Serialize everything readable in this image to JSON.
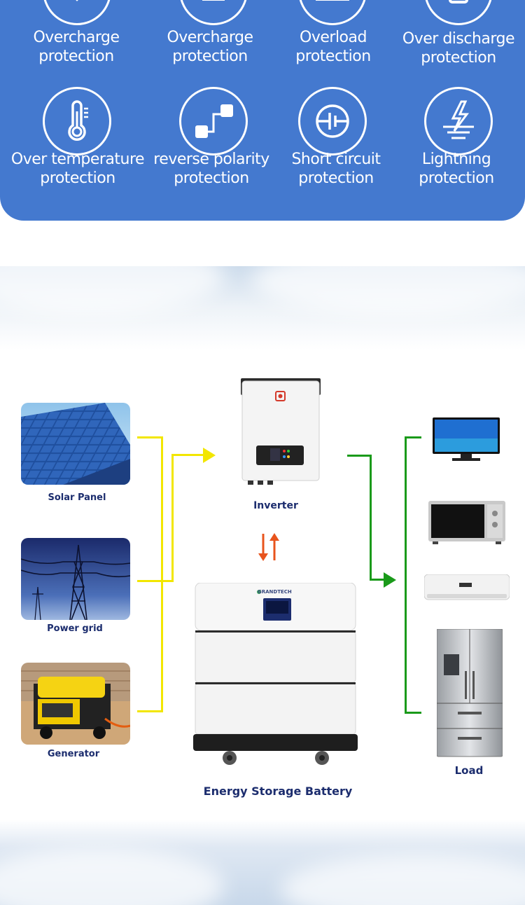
{
  "protections": [
    {
      "label_line1": "Overcharge",
      "label_line2": "protection",
      "icon": "shield-icon"
    },
    {
      "label_line1": "Overcharge",
      "label_line2": "protection",
      "icon": "battery-check-icon"
    },
    {
      "label_line1": "Overload",
      "label_line2": "protection",
      "icon": "battery-icon"
    },
    {
      "label_line1": "Over discharge",
      "label_line2": "protection",
      "icon": "battery-low-icon"
    },
    {
      "label_line1": "Over temperature",
      "label_line2": "protection",
      "icon": "thermometer-icon"
    },
    {
      "label_line1": "reverse polarity",
      "label_line2": "protection",
      "icon": "connector-icon"
    },
    {
      "label_line1": "Short circuit",
      "label_line2": "protection",
      "icon": "short-circuit-icon"
    },
    {
      "label_line1": "Lightning",
      "label_line2": "protection",
      "icon": "lightning-icon"
    }
  ],
  "diagram": {
    "sources": [
      "Solar Panel",
      "Power grid",
      "Generator"
    ],
    "inverter_label": "Inverter",
    "battery_label": "Energy Storage Battery",
    "battery_brand": "GRANDTECH",
    "load_label": "Load"
  },
  "colors": {
    "banner": "#4479cf",
    "caption": "#1c2d6e",
    "input_line": "#f2e600",
    "output_line": "#1a9a1a",
    "flow_arrows": "#e8541d"
  }
}
